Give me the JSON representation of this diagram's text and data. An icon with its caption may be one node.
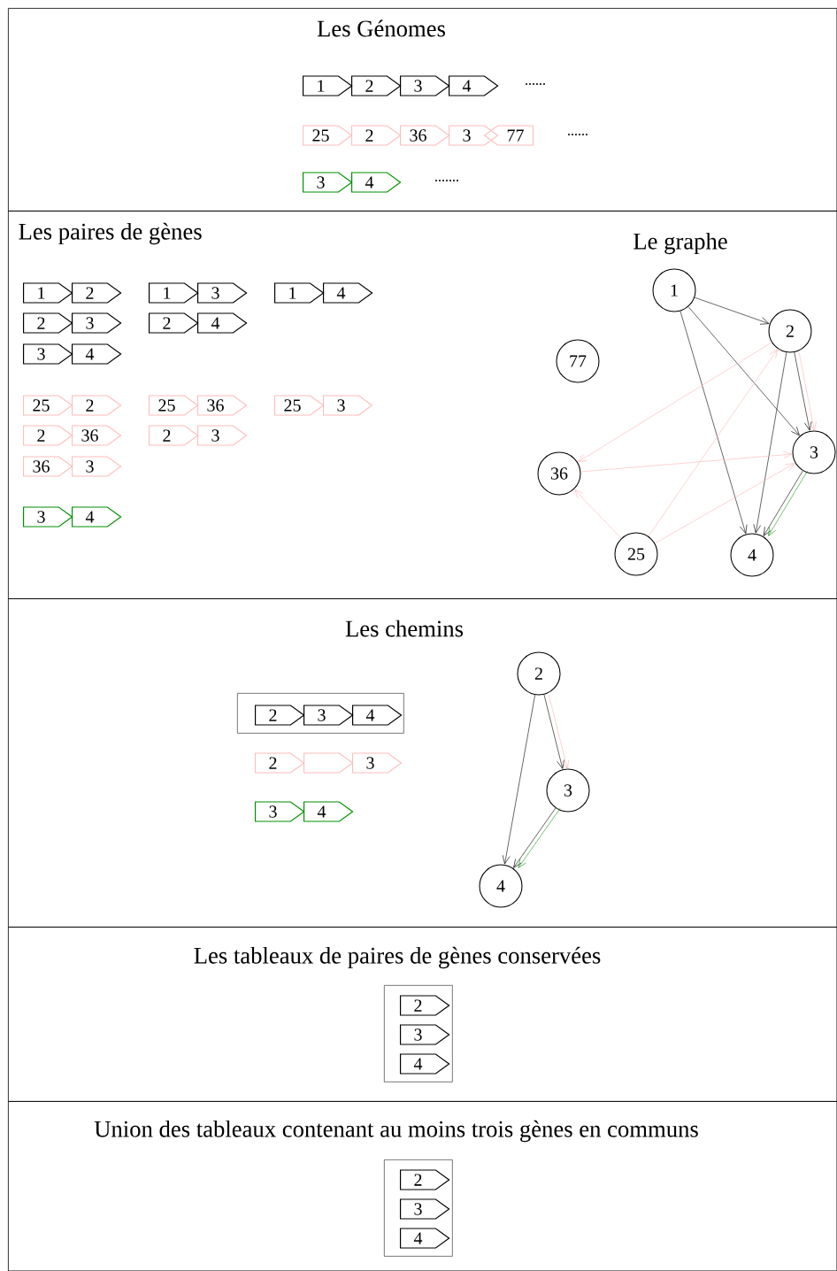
{
  "diagram": {
    "nodes": [
      {
        "text": [
          "Les Génomes"
        ]
      },
      {
        "text": [
          "1"
        ],
        "in": 0
      },
      {
        "text": [
          "2"
        ],
        "in": 0
      },
      {
        "text": [
          "3"
        ],
        "in": 0
      },
      {
        "text": [
          "4"
        ],
        "in": 0
      },
      {
        "text": [
          "25"
        ],
        "in": 0
      },
      {
        "text": [
          "2"
        ],
        "in": 0
      },
      {
        "text": [
          "36"
        ],
        "in": 0
      },
      {
        "text": [
          "3"
        ],
        "in": 0
      },
      {
        "text": [
          "77"
        ],
        "in": 0
      },
      {
        "text": [
          "3"
        ],
        "in": 0
      },
      {
        "text": [
          "4"
        ],
        "in": 0
      },
      {
        "text": [
          "Les paires de gènes",
          "Le graphe"
        ]
      },
      {
        "text": [
          "1"
        ],
        "in": 12
      },
      {
        "text": [
          "2"
        ],
        "in": 12
      },
      {
        "text": [
          "1"
        ],
        "in": 12
      },
      {
        "text": [
          "3"
        ],
        "in": 12
      },
      {
        "text": [
          "1"
        ],
        "in": 12
      },
      {
        "text": [
          "4"
        ],
        "in": 12
      },
      {
        "text": [
          "2"
        ],
        "in": 12
      },
      {
        "text": [
          "3"
        ],
        "in": 12
      },
      {
        "text": [
          "2"
        ],
        "in": 12
      },
      {
        "text": [
          "4"
        ],
        "in": 12
      },
      {
        "text": [
          "3"
        ],
        "in": 12
      },
      {
        "text": [
          "4"
        ],
        "in": 12
      },
      {
        "text": [
          "25"
        ],
        "in": 12
      },
      {
        "text": [
          "2"
        ],
        "in": 12
      },
      {
        "text": [
          "25"
        ],
        "in": 12
      },
      {
        "text": [
          "36"
        ],
        "in": 12
      },
      {
        "text": [
          "25"
        ],
        "in": 12
      },
      {
        "text": [
          "3"
        ],
        "in": 12
      },
      {
        "text": [
          "2"
        ],
        "in": 12
      },
      {
        "text": [
          "36"
        ],
        "in": 12
      },
      {
        "text": [
          "2"
        ],
        "in": 12
      },
      {
        "text": [
          "3"
        ],
        "in": 12
      },
      {
        "text": [
          "36"
        ],
        "in": 12
      },
      {
        "text": [
          "3"
        ],
        "in": 12
      },
      {
        "text": [
          "3"
        ],
        "in": 12
      },
      {
        "text": [
          "4"
        ],
        "in": 12
      },
      {
        "text": [
          "1"
        ],
        "in": 12
      },
      {
        "text": [
          "2"
        ],
        "in": 12
      },
      {
        "text": [
          "77"
        ],
        "in": 12
      },
      {
        "text": [
          "3"
        ],
        "in": 12
      },
      {
        "text": [
          "36"
        ],
        "in": 12
      },
      {
        "text": [
          "25"
        ],
        "in": 12
      },
      {
        "text": [
          "4"
        ],
        "in": 12
      },
      {
        "text": [
          "Les chemins"
        ]
      },
      {
        "text": [],
        "shape": "box",
        "in": 46
      },
      {
        "text": [
          "2"
        ],
        "in": 47
      },
      {
        "text": [
          "3"
        ],
        "in": 47
      },
      {
        "text": [
          "4"
        ],
        "in": 47
      },
      {
        "text": [
          "2"
        ],
        "in": 46
      },
      {
        "text": [],
        "shape": "pentagon",
        "in": 46
      },
      {
        "text": [
          "3"
        ],
        "in": 46
      },
      {
        "text": [
          "3"
        ],
        "in": 46
      },
      {
        "text": [
          "4"
        ],
        "in": 46
      },
      {
        "text": [
          "2"
        ],
        "in": 46
      },
      {
        "text": [
          "3"
        ],
        "in": 46
      },
      {
        "text": [
          "4"
        ],
        "in": 46
      },
      {
        "text": [
          "Les tableaux de paires de gènes conservées"
        ]
      },
      {
        "text": [],
        "shape": "box",
        "in": 59
      },
      {
        "text": [
          "2"
        ],
        "in": 60
      },
      {
        "text": [
          "3"
        ],
        "in": 60
      },
      {
        "text": [
          "4"
        ],
        "in": 60
      },
      {
        "text": [
          "Union des tableaux contenant au moins trois gènes en communs"
        ]
      },
      {
        "text": [],
        "shape": "box",
        "in": 64
      },
      {
        "text": [
          "2"
        ],
        "in": 65
      },
      {
        "text": [
          "3"
        ],
        "in": 65
      },
      {
        "text": [
          "4"
        ],
        "in": 65
      }
    ],
    "edges": [
      {
        "from": 39,
        "to": 40,
        "arrow": "to"
      },
      {
        "from": 39,
        "to": 42,
        "arrow": "to"
      },
      {
        "from": 39,
        "to": 45,
        "arrow": "to"
      },
      {
        "from": 40,
        "to": 42,
        "arrow": "to"
      },
      {
        "from": 40,
        "to": 45,
        "arrow": "to"
      },
      {
        "from": 42,
        "to": 45,
        "arrow": "to"
      },
      {
        "from": 40,
        "to": 42,
        "arrow": "to",
        "color": "#ffb4b4"
      },
      {
        "from": 40,
        "to": 43,
        "arrow": "to",
        "color": "#ffb4b4"
      },
      {
        "from": 44,
        "to": 40,
        "arrow": "to",
        "color": "#ffb4b4"
      },
      {
        "from": 44,
        "to": 42,
        "arrow": "to",
        "color": "#ffb4b4"
      },
      {
        "from": 44,
        "to": 43,
        "arrow": "to",
        "color": "#ffb4b4"
      },
      {
        "from": 43,
        "to": 42,
        "arrow": "to",
        "color": "#ffb4b4"
      },
      {
        "from": 42,
        "to": 45,
        "arrow": "to",
        "color": "#1a9a1a"
      },
      {
        "from": 56,
        "to": 57,
        "arrow": "to"
      },
      {
        "from": 56,
        "to": 58,
        "arrow": "to"
      },
      {
        "from": 57,
        "to": 58,
        "arrow": "to"
      },
      {
        "from": 56,
        "to": 57,
        "arrow": "to",
        "color": "#ffb4b4"
      },
      {
        "from": 57,
        "to": 58,
        "arrow": "to",
        "color": "#1a9a1a"
      }
    ],
    "labels": [
      "......",
      "......",
      "......."
    ]
  }
}
